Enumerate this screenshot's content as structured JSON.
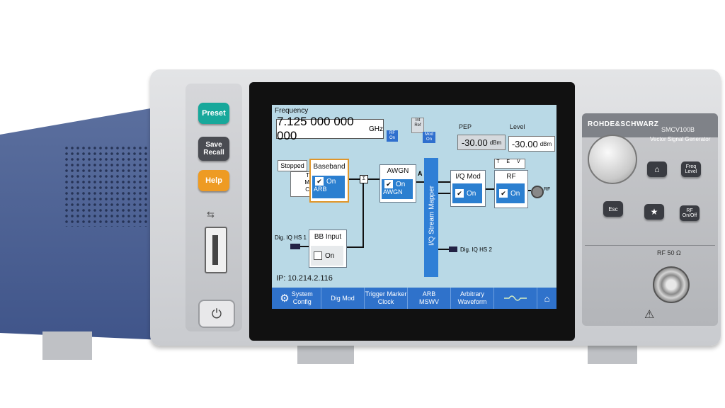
{
  "device": {
    "brand": "ROHDE&SCHWARZ",
    "model": "SMCV100B",
    "subtitle": "Vector Signal Generator",
    "connector_label": "RF 50 Ω"
  },
  "hardware_buttons": {
    "preset": "Preset",
    "save_recall": "Save\nRecall",
    "help": "Help",
    "esc": "Esc",
    "freq_level": "Freq\nLevel",
    "rf_on_off": "RF\nOn/Off"
  },
  "icons": {
    "usb": "usb-icon",
    "power": "power-icon",
    "home": "home-icon",
    "star": "star-icon",
    "warning": "warning-icon",
    "settings": "gear-icon"
  },
  "screen": {
    "frequency_label": "Frequency",
    "frequency_value": "7.125 000 000 000",
    "frequency_unit": "GHz",
    "rf_on": "RF\nOn",
    "int_ref": "Int\nRef",
    "mod_on": "Mod\nOn",
    "pep_label": "PEP",
    "pep_value": "-30.00",
    "pep_unit": "dBm",
    "level_label": "Level",
    "level_value": "-30.00",
    "level_unit": "dBm",
    "stopped": "Stopped",
    "tmc": "T\nM\nC",
    "baseband": {
      "title": "Baseband",
      "state": "On",
      "mode": "ARB"
    },
    "awgn": {
      "title": "AWGN",
      "state": "On",
      "mode": "AWGN"
    },
    "stream_mapper": "I/Q Stream Mapper",
    "stream_a": "A",
    "iq_mod": {
      "title": "I/Q Mod",
      "state": "On"
    },
    "tev": "T E V",
    "rf": {
      "title": "RF",
      "state": "On"
    },
    "rf_output": "RF",
    "bb_input": {
      "title": "BB Input",
      "state": "On"
    },
    "dig_iq_in": "Dig. IQ HS 1",
    "dig_iq_out": "Dig. IQ HS 2",
    "ip": "IP: 10.214.2.116",
    "softkeys": [
      "System\nConfig",
      "Dig Mod",
      "Trigger Marker\nClock",
      "ARB\nMSWV",
      "Arbitrary\nWaveform"
    ]
  },
  "colors": {
    "preset": "#17a89b",
    "help": "#ee9b23",
    "chassis_side": "#4a5f92",
    "screen_bg": "#b9d9e6",
    "block_active": "#2b7fd0",
    "softbar": "#2f72cb"
  }
}
